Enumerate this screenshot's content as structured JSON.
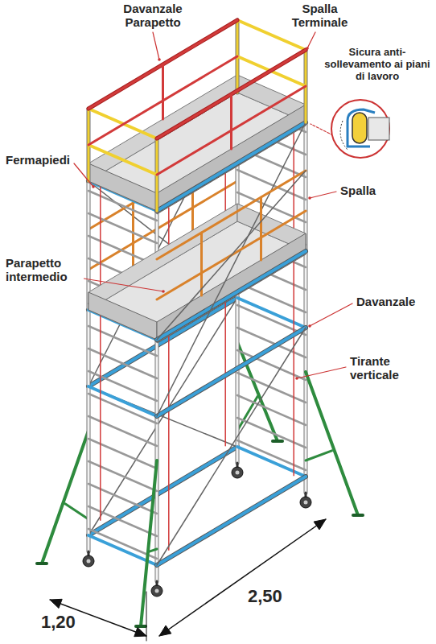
{
  "diagram": {
    "labels": [
      "Davanzale Parapetto",
      "Spalla Terminale",
      "Sicura anti-sollevamento ai piani di lavoro",
      "Fermapiedi",
      "Spalla",
      "Parapetto intermedio",
      "Davanzale",
      "Tirante verticale",
      "1,20",
      "2,50"
    ]
  }
}
